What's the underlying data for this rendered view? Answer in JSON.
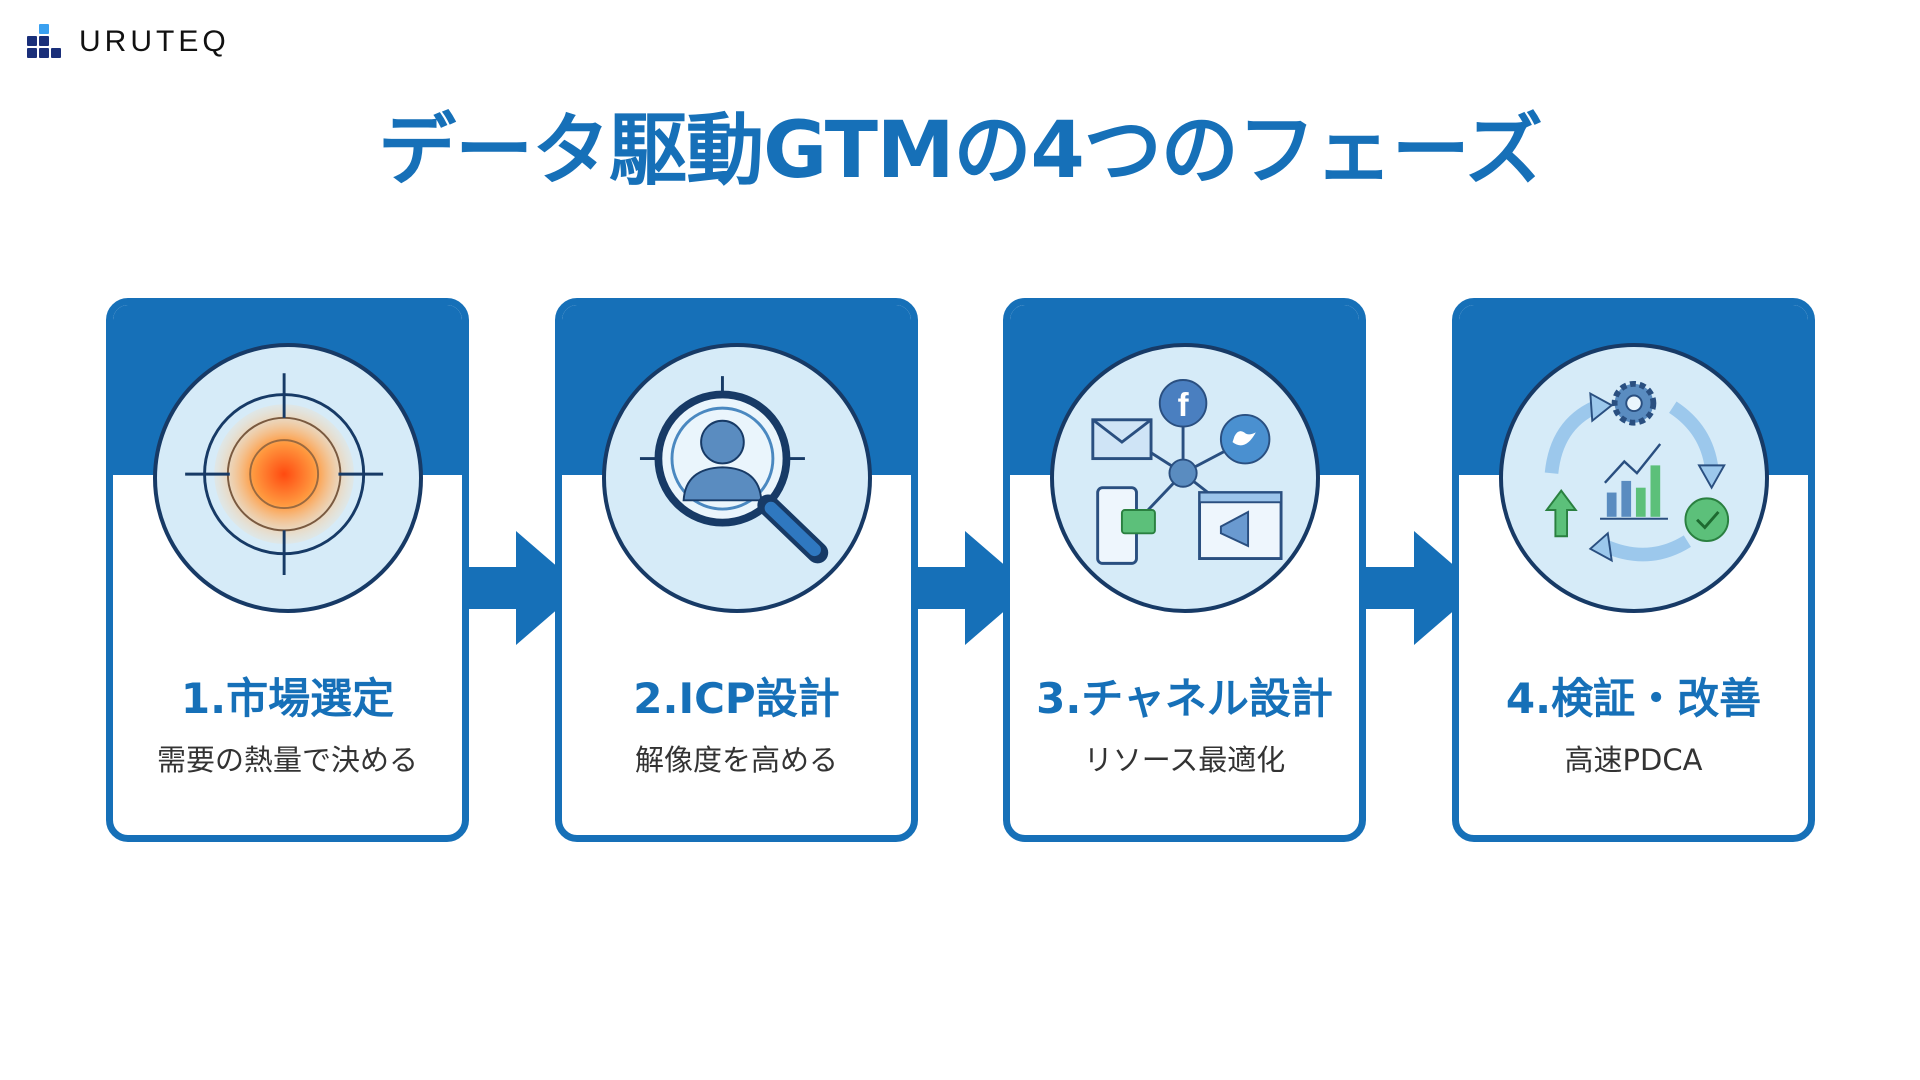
{
  "brand": {
    "name": "URUTEQ"
  },
  "title": "データ駆動GTMの4つのフェーズ",
  "colors": {
    "primary": "#1670b8",
    "circle_fill": "#d6ebf8",
    "outline": "#173a66",
    "accent_green": "#4cb86a",
    "accent_orange": "#ff6a1a"
  },
  "phases": [
    {
      "title": "1.市場選定",
      "subtitle": "需要の熱量で決める",
      "icon": "target-icon"
    },
    {
      "title": "2.ICP設計",
      "subtitle": "解像度を高める",
      "icon": "magnifier-person-icon"
    },
    {
      "title": "3.チャネル設計",
      "subtitle": "リソース最適化",
      "icon": "channel-network-icon"
    },
    {
      "title": "4.検証・改善",
      "subtitle": "高速PDCA",
      "icon": "pdca-cycle-icon"
    }
  ]
}
